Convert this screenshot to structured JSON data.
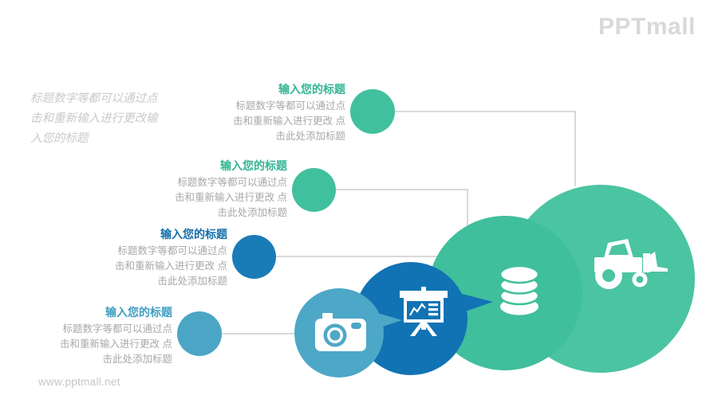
{
  "logo": {
    "text": "PPTmall"
  },
  "watermark": {
    "url": "www.pptmall.net"
  },
  "intro": {
    "text": "标题数字等都可以通过点\n击和重新输入进行更改输\n入您的标题"
  },
  "blocks": [
    {
      "title": "输入您的标题",
      "body": "标题数字等都可以通过点\n击和重新输入进行更改 点\n击此处添加标题",
      "accent": "#35b493",
      "dot_color": "#41c09d"
    },
    {
      "title": "输入您的标题",
      "body": "标题数字等都可以通过点\n击和重新输入进行更改 点\n击此处添加标题",
      "accent": "#35b493",
      "dot_color": "#41c09d"
    },
    {
      "title": "输入您的标题",
      "body": "标题数字等都可以通过点\n击和重新输入进行更改 点\n击此处添加标题",
      "accent": "#146fa9",
      "dot_color": "#1a7cb7"
    },
    {
      "title": "输入您的标题",
      "body": "标题数字等都可以通过点\n击和重新输入进行更改 点\n击此处添加标题",
      "accent": "#3f9ec3",
      "dot_color": "#4ba6c6"
    }
  ],
  "bubbles": [
    {
      "icon": "tractor-icon",
      "color": "#4bc4a2"
    },
    {
      "icon": "database-icon",
      "color": "#40bf9c"
    },
    {
      "icon": "presentation-chart-icon",
      "color": "#1173b4"
    },
    {
      "icon": "camera-icon",
      "color": "#4da7c7"
    }
  ],
  "colors": {
    "green": "#41c09d",
    "green_large": "#4bc4a2",
    "blue": "#1173b4",
    "light_blue": "#4da7c7",
    "connector_gray": "#b3b3b3",
    "body_gray": "#a8a8a8",
    "watermark_gray": "#c9c9c9"
  }
}
